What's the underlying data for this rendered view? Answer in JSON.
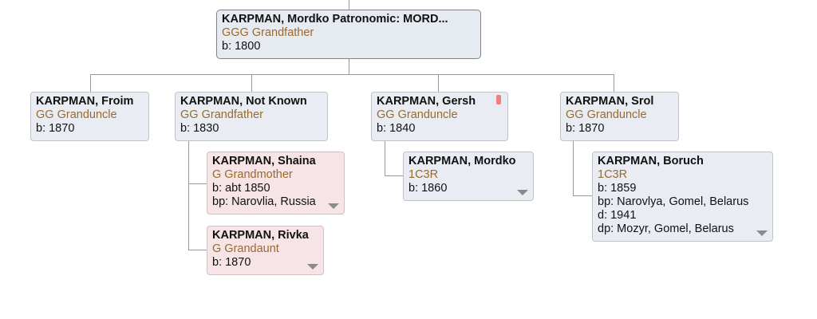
{
  "root": {
    "name": "KARPMAN, Mordko Patronomic: MORD...",
    "relation": "GGG Grandfather",
    "facts": [
      "b: 1800"
    ]
  },
  "children": [
    {
      "name": "KARPMAN, Froim",
      "relation": "GG Granduncle",
      "facts": [
        "b: 1870"
      ]
    },
    {
      "name": "KARPMAN, Not Known",
      "relation": "GG Grandfather",
      "facts": [
        "b: 1830"
      ],
      "children": [
        {
          "name": "KARPMAN, Shaina",
          "relation": "G Grandmother",
          "facts": [
            "b: abt 1850",
            "bp: Narovlia, Russia"
          ]
        },
        {
          "name": "KARPMAN, Rivka",
          "relation": "G Grandaunt",
          "facts": [
            "b: 1870"
          ]
        }
      ]
    },
    {
      "name": "KARPMAN, Gersh",
      "relation": "GG Granduncle",
      "facts": [
        "b: 1840"
      ],
      "flag_color": "#f08080",
      "children": [
        {
          "name": "KARPMAN, Mordko",
          "relation": "1C3R",
          "facts": [
            "b: 1860"
          ]
        }
      ]
    },
    {
      "name": "KARPMAN, Srol",
      "relation": "GG Granduncle",
      "facts": [
        "b: 1870"
      ],
      "children": [
        {
          "name": "KARPMAN, Boruch",
          "relation": "1C3R",
          "facts": [
            "b: 1859",
            "bp: Narovlya, Gomel, Belarus",
            "d: 1941",
            "dp: Mozyr, Gomel, Belarus"
          ]
        }
      ]
    }
  ],
  "colors": {
    "male_card": "#e9edf3",
    "female_card": "#f6e4e7",
    "relation_text": "#9a6a2b",
    "connector": "#9a9a9a"
  },
  "icons": {
    "expand": "chevron-down-icon",
    "flag": "flag-marker-icon"
  }
}
